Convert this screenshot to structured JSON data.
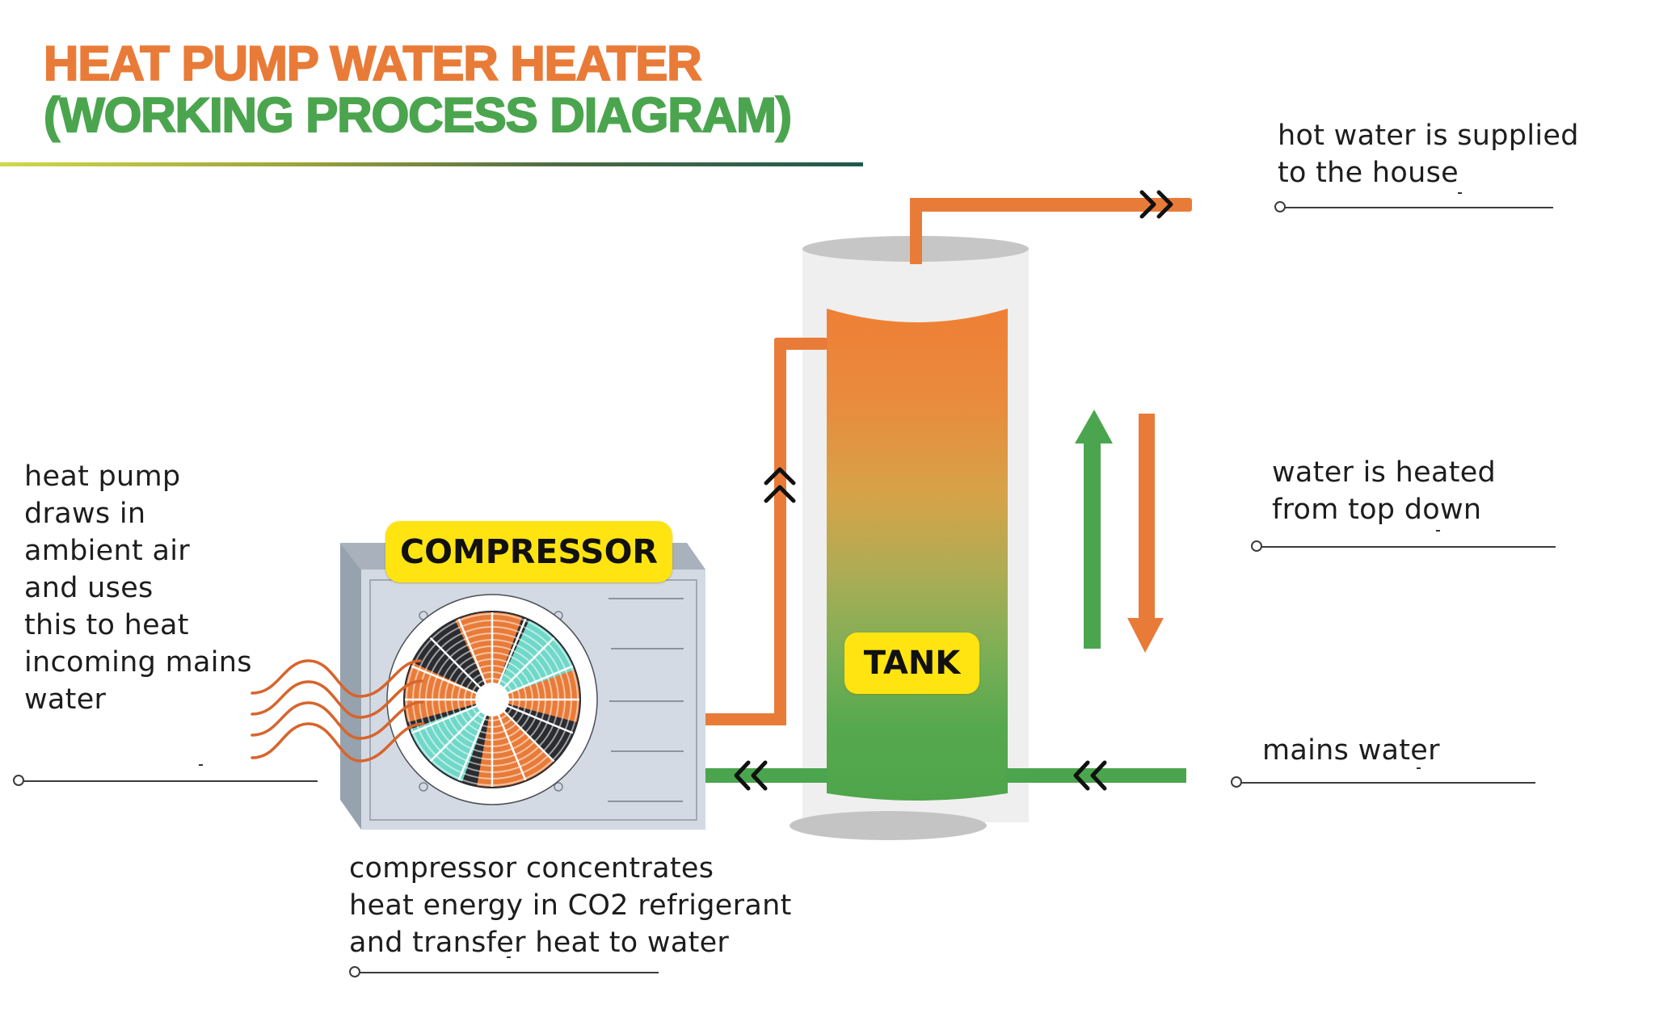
{
  "title": {
    "line1": "HEAT PUMP WATER HEATER",
    "line2": "(WORKING PROCESS DIAGRAM)"
  },
  "components": {
    "compressor_label": "COMPRESSOR",
    "tank_label": "TANK"
  },
  "annotations": {
    "hot_water": "hot water is supplied\nto the house",
    "heated": "water is heated\nfrom top down",
    "mains": "mains water",
    "heat_pump": "heat pump\ndraws in\nambient air\nand uses\nthis to heat\nincoming mains\nwater",
    "compressor": "compressor concentrates\nheat energy in CO2 refrigerant\nand transfer heat to water"
  },
  "flows": [
    {
      "name": "hot-water-out",
      "direction": "right",
      "color": "#e97b38"
    },
    {
      "name": "refrigerant-to-tank",
      "direction": "up",
      "color": "#e97b38"
    },
    {
      "name": "mains-water-in",
      "direction": "left",
      "color": "#4ba54e"
    },
    {
      "name": "water-to-compressor",
      "direction": "left",
      "color": "#4ba54e"
    },
    {
      "name": "convection-up",
      "direction": "up",
      "color": "#4ba54e"
    },
    {
      "name": "heating-down",
      "direction": "down",
      "color": "#e97b38"
    }
  ],
  "colors": {
    "hot": "#e97b38",
    "cold": "#4ba54e",
    "badge": "#ffe411",
    "cool_blade": "#6fd8c8"
  }
}
